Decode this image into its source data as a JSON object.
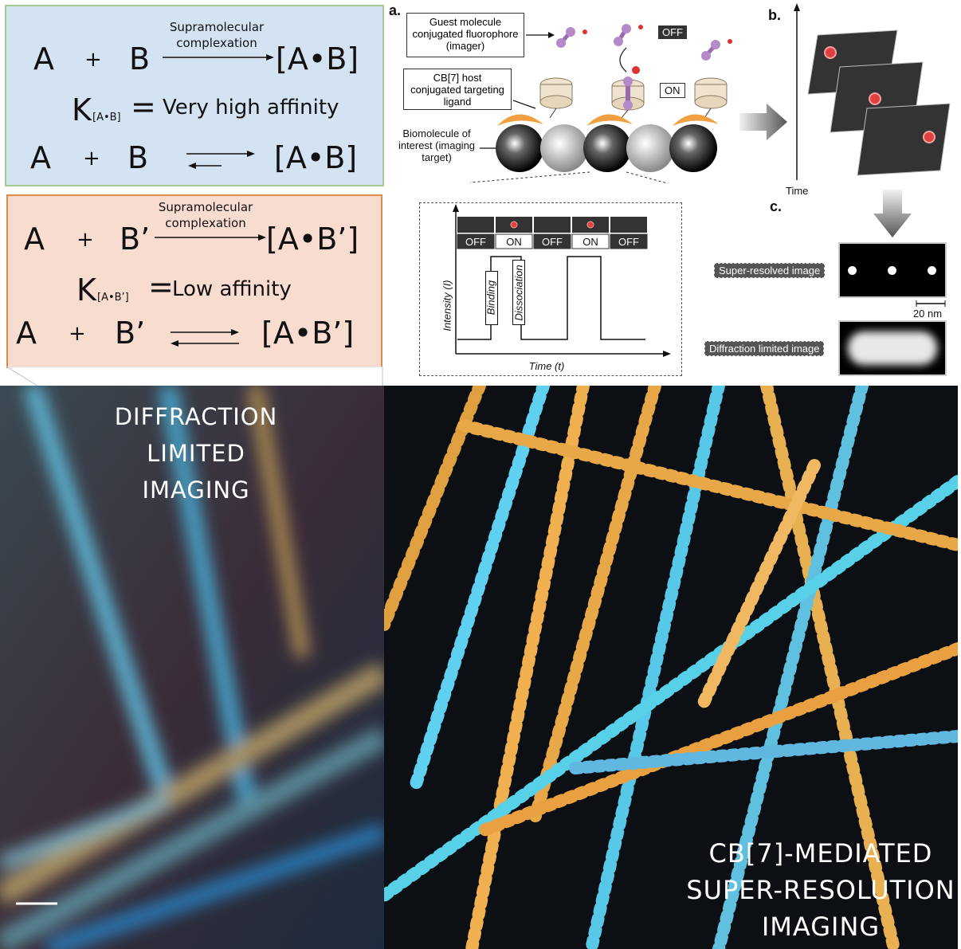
{
  "equations": {
    "high": {
      "reactant_a": "A",
      "plus": "+",
      "reactant_b": "B",
      "arrow_label": "Supramolecular complexation",
      "product": "[A•B]",
      "k_symbol": "K",
      "k_subscript": "[A•B]",
      "equals": "=",
      "affinity": "Very high affinity",
      "eq_product": "[A•B]"
    },
    "low": {
      "reactant_a": "A",
      "plus": "+",
      "reactant_b": "B’",
      "arrow_label": "Supramolecular complexation",
      "product": "[A•B’]",
      "k_symbol": "K",
      "k_subscript": "[A•B’]",
      "equals": "=",
      "affinity": "Low affinity",
      "eq_product": "[A•B’]"
    }
  },
  "schematic": {
    "panel_a": "a.",
    "panel_b": "b.",
    "panel_c": "c.",
    "guest_label": "Guest molecule conjugated fluorophore (imager)",
    "host_label": "CB[7] host conjugated targeting ligand",
    "biomolecule_label": "Biomolecule of interest (imaging target)",
    "off_tag": "OFF",
    "on_tag": "ON",
    "time_label": "Time",
    "super_resolved_label": "Super-resolved image",
    "scale_label": "20 nm",
    "diffraction_label": "Diffraction limited image"
  },
  "trace": {
    "states": [
      "OFF",
      "ON",
      "OFF",
      "ON",
      "OFF"
    ],
    "binding": "Binding",
    "dissociation": "Dissociation",
    "y_axis": "Intensity (I)",
    "x_axis": "Time (t)"
  },
  "images": {
    "left_caption": [
      "DIFFRACTION",
      "LIMITED",
      "IMAGING"
    ],
    "right_caption": [
      "CB[7]-MEDIATED",
      "SUPER-RESOLUTION",
      "IMAGING"
    ]
  },
  "colors": {
    "panel_top_fill": "#d4e3f2",
    "panel_top_border": "#a6c98c",
    "panel_bot_fill": "#f9dcd0",
    "panel_bot_border": "#e08a4c",
    "cyan_fiber": "#58d0f0",
    "orange_fiber": "#f0a848"
  }
}
